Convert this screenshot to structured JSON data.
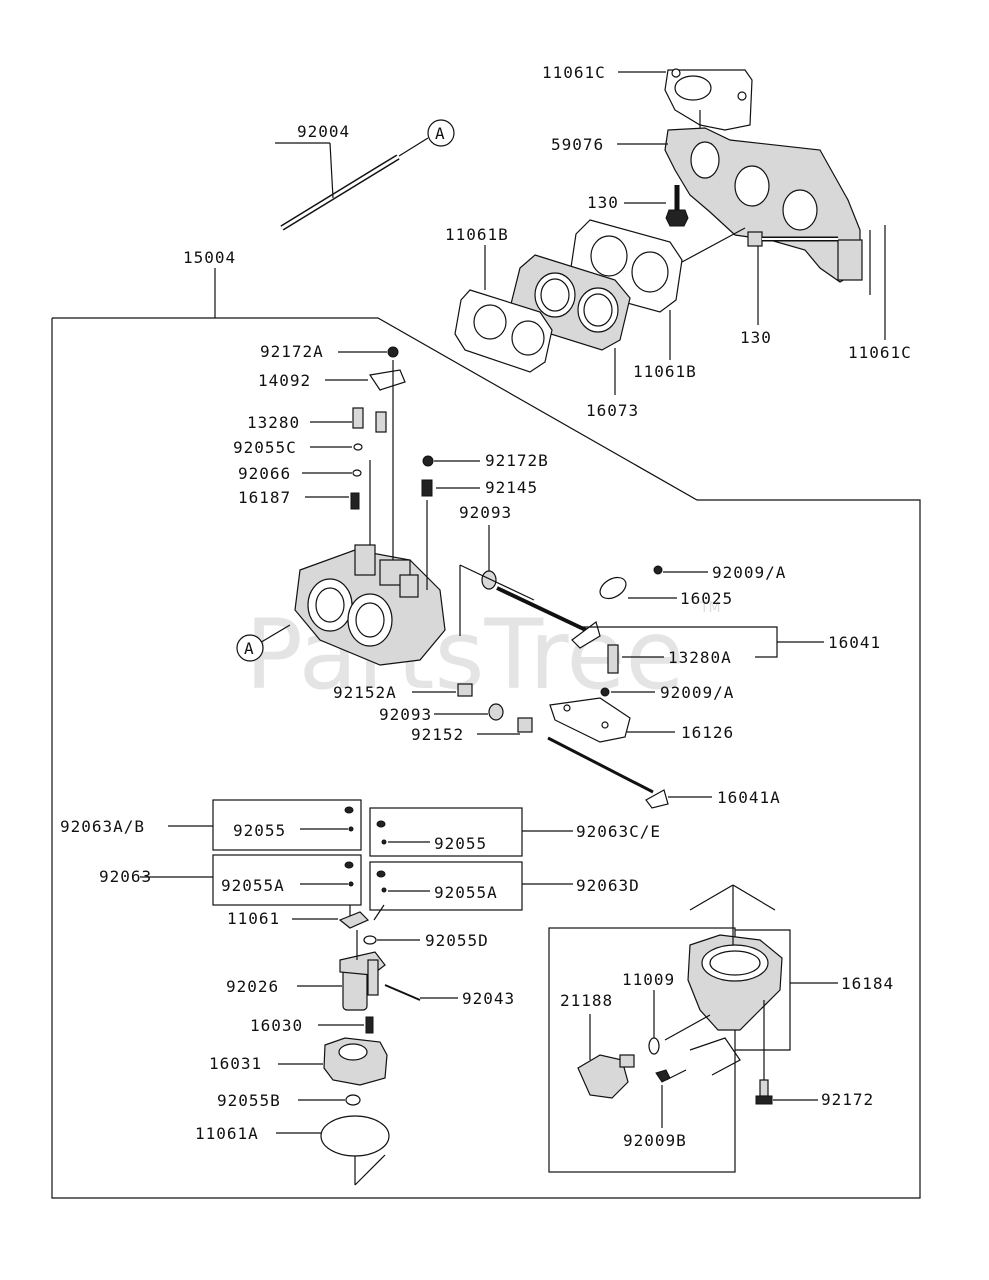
{
  "watermark": "PartsTree",
  "watermark_tm": "TM",
  "ref_mark": "A",
  "labels": {
    "l11061C_top": "11061C",
    "l59076": "59076",
    "l130_top": "130",
    "l92004": "92004",
    "l11061B_left": "11061B",
    "l15004": "15004",
    "l130_right": "130",
    "l11061C_right": "11061C",
    "l11061B_bottom": "11061B",
    "l16073": "16073",
    "l92172A": "92172A",
    "l14092": "14092",
    "l13280": "13280",
    "l92055C": "92055C",
    "l92066": "92066",
    "l16187": "16187",
    "l92172B": "92172B",
    "l92145": "92145",
    "l92093_top": "92093",
    "l92009A_top": "92009/A",
    "l16025": "16025",
    "l16041": "16041",
    "l13280A": "13280A",
    "l92152A": "92152A",
    "l92093_mid": "92093",
    "l92009A_mid": "92009/A",
    "l92152": "92152",
    "l16126": "16126",
    "l16041A": "16041A",
    "l92063AB": "92063A/B",
    "l92055_box1": "92055",
    "l92055_box2": "92055",
    "l92063CE": "92063C/E",
    "l92063": "92063",
    "l92055A_box3": "92055A",
    "l92055A_box4": "92055A",
    "l92063D": "92063D",
    "l11061": "11061",
    "l92055D": "92055D",
    "l92026": "92026",
    "l92043": "92043",
    "l16030": "16030",
    "l16031": "16031",
    "l92055B": "92055B",
    "l11061A": "11061A",
    "l11009": "11009",
    "l21188": "21188",
    "l16184": "16184",
    "l92172": "92172",
    "l92009B": "92009B"
  }
}
